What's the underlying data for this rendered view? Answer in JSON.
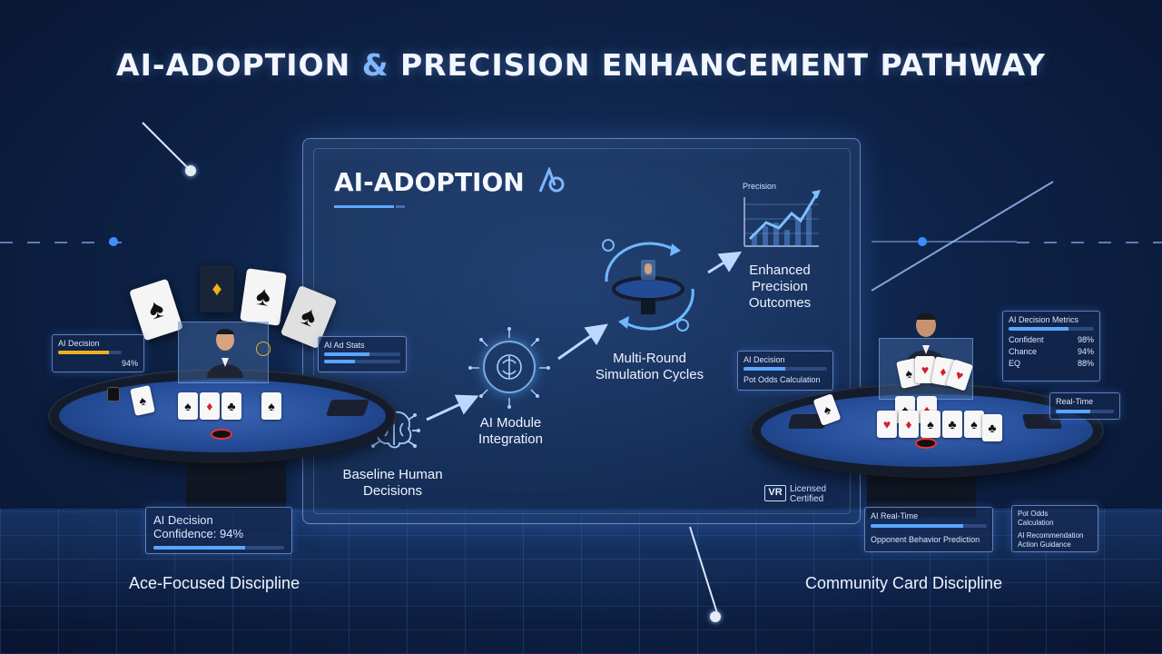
{
  "title": {
    "main": "AI-ADOPTION & PRECISION ENHANCEMENT PATHWAY"
  },
  "panel": {
    "title": "AI-ADOPTION",
    "steps": [
      {
        "label": "Baseline Human\nDecisions",
        "icon": "brain-icon"
      },
      {
        "label": "AI Module\nIntegration",
        "icon": "ai-chip-icon"
      },
      {
        "label": "Multi-Round\nSimulation Cycles",
        "icon": "cycle-icon"
      },
      {
        "label": "Enhanced\nPrecision\nOutcomes",
        "icon": "growth-chart-icon"
      }
    ],
    "chart_label": "Precision",
    "badge": {
      "mark": "VR",
      "text": "Licensed\nCertified"
    }
  },
  "left": {
    "caption": "Ace-Focused Discipline",
    "hud_top": {
      "title": "AI Decision",
      "stat": "94%"
    },
    "hud_mid": {
      "title": "AI Ad Stats"
    },
    "hud_bottom": {
      "line1": "AI Decision",
      "line2": "Confidence: 94%",
      "fill": 0.7
    }
  },
  "right": {
    "caption": "Community Card Discipline",
    "hud_top": {
      "title": "AI Decision Metrics",
      "rows": [
        {
          "label": "Confident",
          "value": "98%"
        },
        {
          "label": "Chance",
          "value": "94%"
        },
        {
          "label": "EQ",
          "value": "88%"
        }
      ]
    },
    "hud_calc": {
      "title": "AI Decision",
      "text": "Pot Odds Calculation"
    },
    "hud_side": {
      "title": "Real-Time"
    },
    "hud_live": {
      "title": "AI Real-Time",
      "text": "Opponent Behavior Prediction",
      "fill": 0.8
    },
    "hud_pot": {
      "line1": "Pot Odds",
      "line2": "Calculation",
      "line3": "AI Recommendation",
      "line4": "Action Guidance"
    }
  },
  "colors": {
    "accent": "#5fa8ff",
    "background": "#0e2348",
    "felt": "#2a52a0"
  }
}
